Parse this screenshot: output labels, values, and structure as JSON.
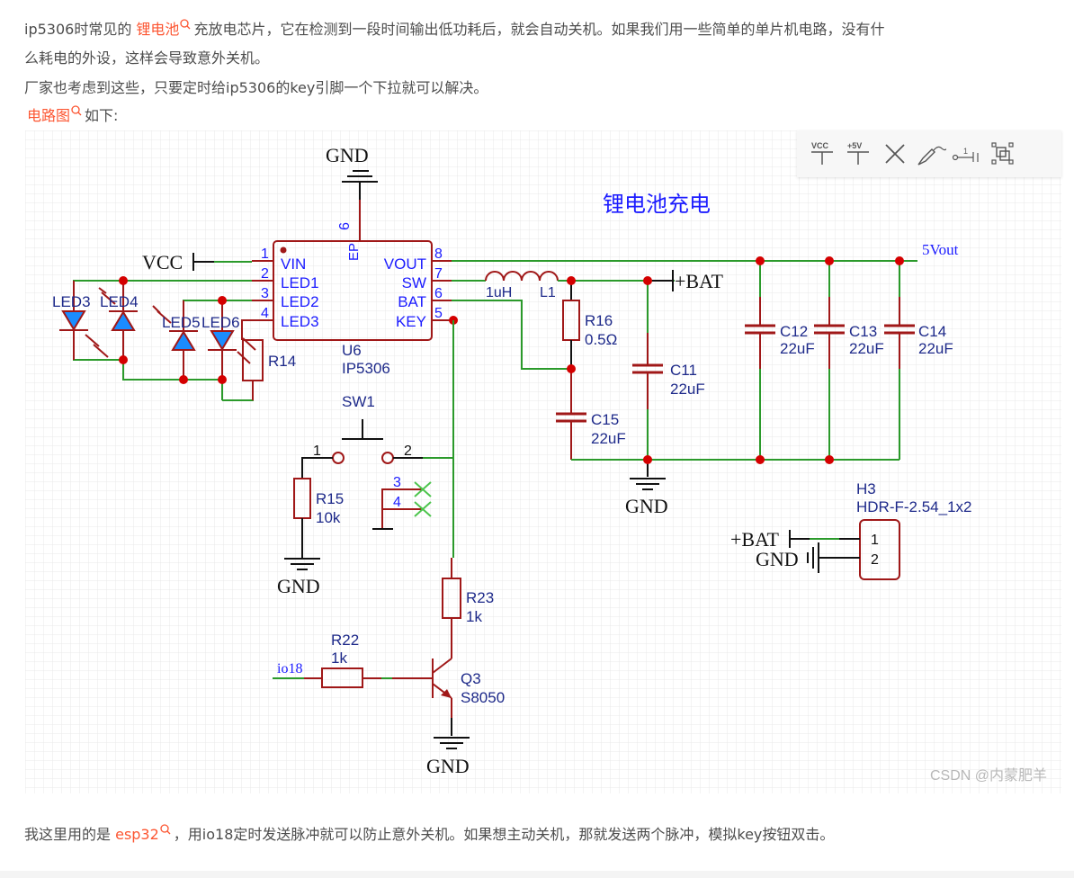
{
  "article": {
    "para1": {
      "prefix": "ip5306时常见的 ",
      "link": "锂电池",
      "suffix_line1": "充放电芯片，它在检测到一段时间输出低功耗后，就会自动关机。如果我们用一些简单的单片机电路，没有什",
      "line2": "么耗电的外设，这样会导致意外关机。"
    },
    "para2": "厂家也考虑到这些，只要定时给ip5306的key引脚一个下拉就可以解决。",
    "para3": {
      "link": "电路图",
      "suffix": "如下:"
    },
    "para4": {
      "prefix": "我这里用的是 ",
      "link": "esp32",
      "suffix": "，用io18定时发送脉冲就可以防止意外关机。如果想主动关机，那就发送两个脉冲，模拟key按钮双击。"
    },
    "link_color": "#fc5531",
    "search_icon": "search-icon"
  },
  "toolbar": {
    "items": [
      {
        "name": "vcc-symbol-button",
        "icon": "vcc-icon",
        "label": "VCC"
      },
      {
        "name": "plus5v-symbol-button",
        "icon": "plus5v-icon",
        "label": "+5V"
      },
      {
        "name": "no-connect-button",
        "icon": "x-icon"
      },
      {
        "name": "probe-button",
        "icon": "probe-icon"
      },
      {
        "name": "net-label-button",
        "icon": "net-label-icon",
        "label": "1"
      },
      {
        "name": "fit-view-button",
        "icon": "fit-view-icon"
      }
    ]
  },
  "schematic": {
    "title": "锂电池充电",
    "colors": {
      "wire": "#2b9a2b",
      "component": "#a01818",
      "pin_text": "#1c1cff",
      "label": "#1e2a8a",
      "junction": "#d40000",
      "power": "#111111",
      "led_fill": "#1a8cff"
    },
    "power_labels": {
      "gnd": "GND",
      "vcc": "VCC",
      "bat": "+BAT",
      "vout": "5Vout",
      "io": "io18"
    },
    "ic": {
      "ref": "U6",
      "value": "IP5306",
      "left_pins": [
        {
          "num": "1",
          "name": "VIN"
        },
        {
          "num": "2",
          "name": "LED1"
        },
        {
          "num": "3",
          "name": "LED2"
        },
        {
          "num": "4",
          "name": "LED3"
        }
      ],
      "right_pins": [
        {
          "num": "8",
          "name": "VOUT"
        },
        {
          "num": "7",
          "name": "SW"
        },
        {
          "num": "6",
          "name": "BAT"
        },
        {
          "num": "5",
          "name": "KEY"
        }
      ],
      "top_pin": {
        "num": "9",
        "name": "EP"
      }
    },
    "leds": [
      "LED3",
      "LED4",
      "LED5",
      "LED6"
    ],
    "components": {
      "r14": {
        "ref": "R14"
      },
      "r15": {
        "ref": "R15",
        "value": "10k"
      },
      "r16": {
        "ref": "R16",
        "value": "0.5Ω"
      },
      "r22": {
        "ref": "R22",
        "value": "1k"
      },
      "r23": {
        "ref": "R23",
        "value": "1k"
      },
      "l1": {
        "ref": "L1",
        "value": "1uH"
      },
      "c11": {
        "ref": "C11",
        "value": "22uF"
      },
      "c12": {
        "ref": "C12",
        "value": "22uF"
      },
      "c13": {
        "ref": "C13",
        "value": "22uF"
      },
      "c14": {
        "ref": "C14",
        "value": "22uF"
      },
      "c15": {
        "ref": "C15",
        "value": "22uF"
      },
      "sw1": {
        "ref": "SW1",
        "pins": [
          "1",
          "2",
          "3",
          "4"
        ]
      },
      "q3": {
        "ref": "Q3",
        "value": "S8050"
      },
      "h3": {
        "ref": "H3",
        "value": "HDR-F-2.54_1x2",
        "pins": [
          "1",
          "2"
        ]
      }
    }
  },
  "watermark": "CSDN @内蒙肥羊"
}
